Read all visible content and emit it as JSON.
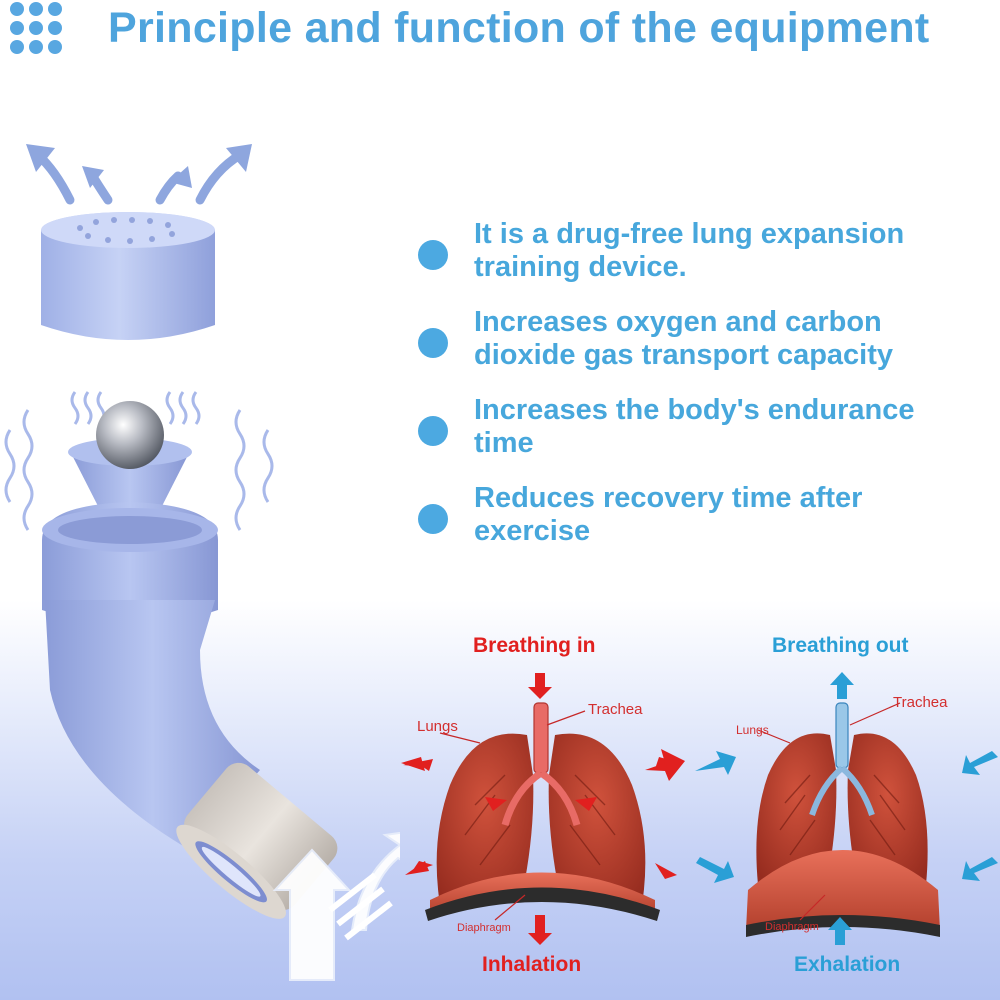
{
  "header": {
    "title": "Principle and function of the equipment",
    "dots_color": "#58a7e1",
    "title_color": "#4ea4dd"
  },
  "bullets": [
    {
      "text": "It is a drug-free lung expansion\ntraining device."
    },
    {
      "text": "Increases oxygen and carbon\ndioxide gas transport capacity"
    },
    {
      "text": "Increases the body's endurance\ntime"
    },
    {
      "text": "Reduces recovery time after\nexercise"
    }
  ],
  "inhale": {
    "heading": "Breathing in",
    "lungs": "Lungs",
    "trachea": "Trachea",
    "diaphragm": "Diaphragm",
    "caption": "Inhalation",
    "color": "#e1201f"
  },
  "exhale": {
    "heading": "Breathing out",
    "lungs": "Lungs",
    "trachea": "Trachea",
    "diaphragm": "Diaphragm",
    "caption": "Exhalation",
    "color": "#2a9fd6"
  },
  "icons": {
    "bullet": "circle-bullet-icon",
    "device": "breathing-trainer-device-icon",
    "arrows": "airflow-arrow-icon"
  }
}
